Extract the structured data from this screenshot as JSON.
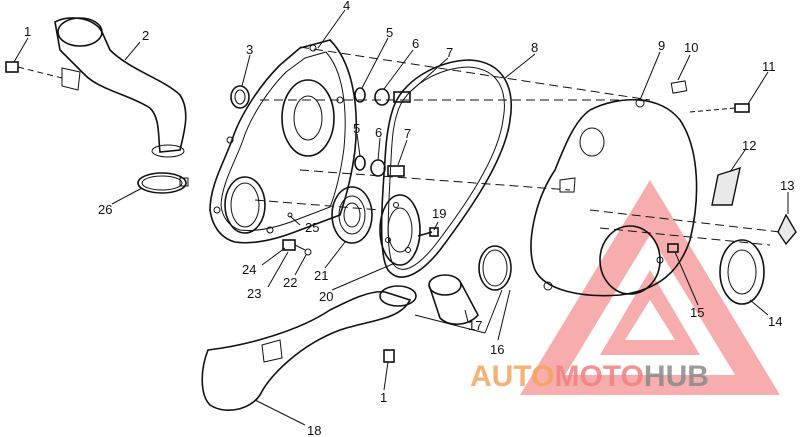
{
  "callouts": [
    {
      "id": "c1a",
      "text": "1"
    },
    {
      "id": "c2",
      "text": "2"
    },
    {
      "id": "c3",
      "text": "3"
    },
    {
      "id": "c4",
      "text": "4"
    },
    {
      "id": "c5a",
      "text": "5"
    },
    {
      "id": "c6a",
      "text": "6"
    },
    {
      "id": "c7a",
      "text": "7"
    },
    {
      "id": "c8",
      "text": "8"
    },
    {
      "id": "c9",
      "text": "9"
    },
    {
      "id": "c10",
      "text": "10"
    },
    {
      "id": "c11",
      "text": "11"
    },
    {
      "id": "c12",
      "text": "12"
    },
    {
      "id": "c13",
      "text": "13"
    },
    {
      "id": "c5b",
      "text": "5"
    },
    {
      "id": "c6b",
      "text": "6"
    },
    {
      "id": "c7b",
      "text": "7"
    },
    {
      "id": "c19",
      "text": "19"
    },
    {
      "id": "c25",
      "text": "25"
    },
    {
      "id": "c26",
      "text": "26"
    },
    {
      "id": "c24",
      "text": "24"
    },
    {
      "id": "c21",
      "text": "21"
    },
    {
      "id": "c23",
      "text": "23"
    },
    {
      "id": "c22",
      "text": "22"
    },
    {
      "id": "c20",
      "text": "20"
    },
    {
      "id": "c17",
      "text": "17"
    },
    {
      "id": "c16",
      "text": "16"
    },
    {
      "id": "c15",
      "text": "15"
    },
    {
      "id": "c14",
      "text": "14"
    },
    {
      "id": "c1b",
      "text": "1"
    },
    {
      "id": "c18",
      "text": "18"
    }
  ],
  "watermark": {
    "auto": "AUTO",
    "moto": "MOTO",
    "hub": "HUB",
    "color_auto": "#f5a35c",
    "color_moto": "#f08080",
    "color_hub": "#8a8a8a",
    "triangle_color": "#f26b6b"
  }
}
